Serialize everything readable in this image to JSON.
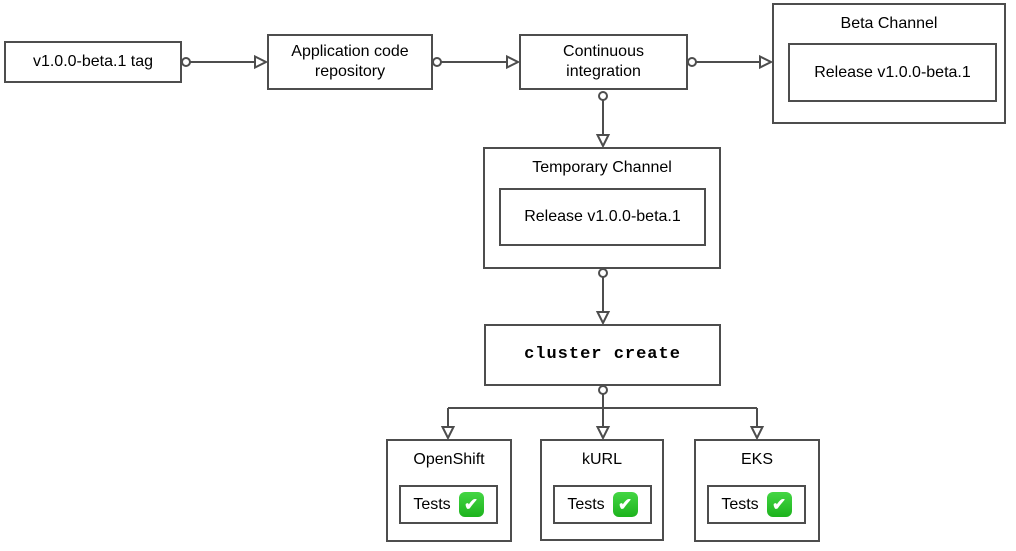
{
  "diagram": {
    "nodes": {
      "tag": {
        "label": "v1.0.0-beta.1 tag"
      },
      "app_repo": {
        "label": "Application code repository"
      },
      "ci": {
        "label": "Continuous integration"
      },
      "beta_channel": {
        "title": "Beta Channel",
        "release_label": "Release v1.0.0-beta.1"
      },
      "temp_channel": {
        "title": "Temporary Channel",
        "release_label": "Release v1.0.0-beta.1"
      },
      "cluster_create": {
        "label": "cluster create"
      },
      "clusters": {
        "openshift": {
          "title": "OpenShift",
          "tests_label": "Tests",
          "tests_status": "passed",
          "check_glyph": "✔"
        },
        "kurl": {
          "title": "kURL",
          "tests_label": "Tests",
          "tests_status": "passed",
          "check_glyph": "✔"
        },
        "eks": {
          "title": "EKS",
          "tests_label": "Tests",
          "tests_status": "passed",
          "check_glyph": "✔"
        }
      }
    },
    "colors": {
      "line": "#4d4d4d",
      "box_background": "#ffffff",
      "text": "#000000",
      "check_green": "#1db31d"
    }
  }
}
